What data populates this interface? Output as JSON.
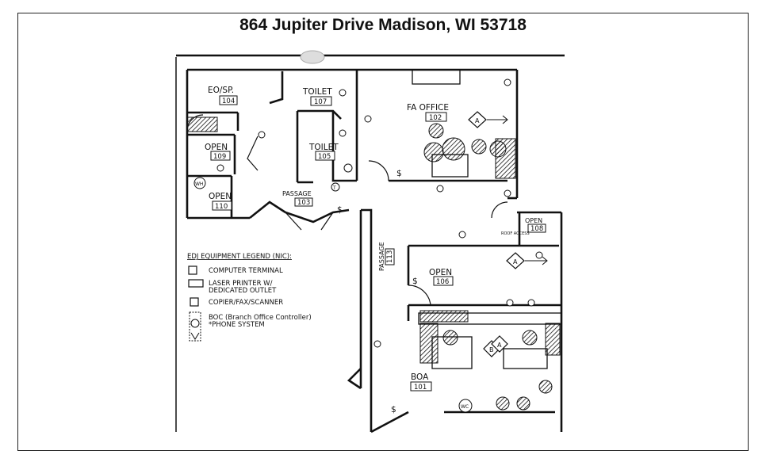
{
  "title": "864 Jupiter Drive Madison, WI 53718",
  "rooms": {
    "eo_sp": {
      "name": "EO/SP.",
      "number": "104"
    },
    "toilet_107": {
      "name": "TOILET",
      "number": "107"
    },
    "fa_office": {
      "name": "FA OFFICE",
      "number": "102"
    },
    "open_109": {
      "name": "OPEN",
      "number": "109"
    },
    "toilet_105": {
      "name": "TOILET",
      "number": "105"
    },
    "open_110": {
      "name": "OPEN",
      "number": "110"
    },
    "passage_103": {
      "name": "PASSAGE",
      "number": "103"
    },
    "passage_113": {
      "name": "PASSAGE",
      "number": "113"
    },
    "open_108": {
      "name": "OPEN",
      "number": "108"
    },
    "open_106": {
      "name": "OPEN",
      "number": "106"
    },
    "boa": {
      "name": "BOA",
      "number": "101"
    }
  },
  "markers": {
    "a": "A",
    "b": "B",
    "wh": "WH",
    "wc": "WC",
    "t": "T",
    "roof_access": "ROOF ACCESS",
    "dollar": "$"
  },
  "legend": {
    "title": "EDJ EQUIPMENT LEGEND (NIC):",
    "items": [
      {
        "icon": "computer-terminal-icon",
        "line1": "COMPUTER TERMINAL",
        "line2": ""
      },
      {
        "icon": "laser-printer-icon",
        "line1": "LASER PRINTER W/",
        "line2": "DEDICATED OUTLET"
      },
      {
        "icon": "copier-icon",
        "line1": "COPIER/FAX/SCANNER",
        "line2": ""
      },
      {
        "icon": "boc-icon",
        "line1": "BOC (Branch Office Controller)",
        "line2": "*PHONE SYSTEM"
      }
    ]
  }
}
